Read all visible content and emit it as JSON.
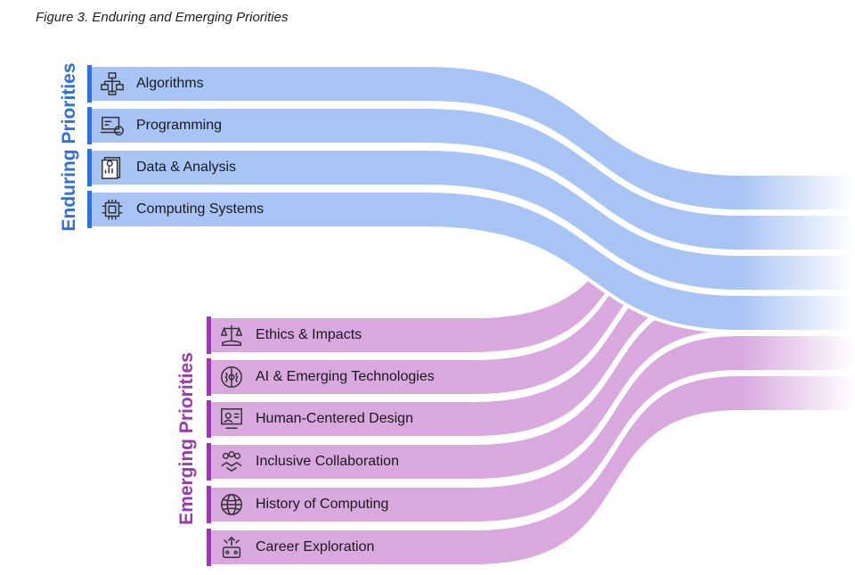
{
  "figure": {
    "title": "Figure 3. Enduring and Emerging Priorities"
  },
  "colors": {
    "enduring_fill": "#a8c4f5",
    "enduring_accent": "#2f6fe0",
    "emerging_fill": "#d8a8df",
    "emerging_accent": "#9b3aae",
    "icon_stroke": "#333333"
  },
  "groups": {
    "enduring": {
      "label": "Enduring Priorities",
      "items": [
        {
          "label": "Algorithms",
          "icon": "flowchart-icon"
        },
        {
          "label": "Programming",
          "icon": "laptop-code-icon"
        },
        {
          "label": "Data & Analysis",
          "icon": "data-chart-icon"
        },
        {
          "label": "Computing Systems",
          "icon": "chip-icon"
        }
      ]
    },
    "emerging": {
      "label": "Emerging Priorities",
      "items": [
        {
          "label": "Ethics & Impacts",
          "icon": "scales-icon"
        },
        {
          "label": "AI & Emerging Technologies",
          "icon": "brain-icon"
        },
        {
          "label": "Human-Centered Design",
          "icon": "design-icon"
        },
        {
          "label": "Inclusive Collaboration",
          "icon": "handshake-icon"
        },
        {
          "label": "History of Computing",
          "icon": "globe-icon"
        },
        {
          "label": "Career Exploration",
          "icon": "career-icon"
        }
      ]
    }
  }
}
